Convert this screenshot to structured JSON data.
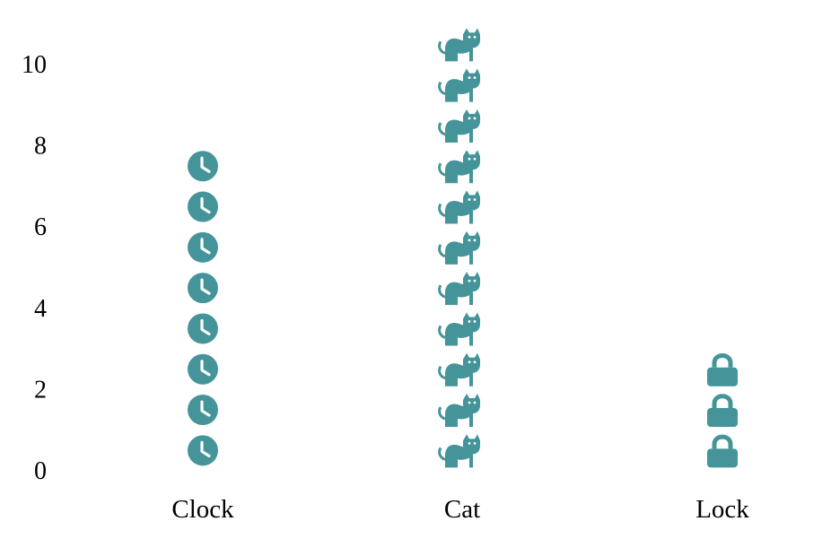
{
  "chart_data": {
    "type": "pictograph",
    "title": "",
    "xlabel": "",
    "ylabel": "",
    "categories": [
      "Clock",
      "Cat",
      "Lock"
    ],
    "values": [
      8,
      11,
      3
    ],
    "icons": [
      "clock-icon",
      "cat-icon",
      "lock-icon"
    ],
    "ylim": [
      0,
      11
    ],
    "yticks": [
      0,
      2,
      4,
      6,
      8,
      10
    ],
    "grid": false,
    "legend": "none",
    "icon_color": "#45949a"
  }
}
